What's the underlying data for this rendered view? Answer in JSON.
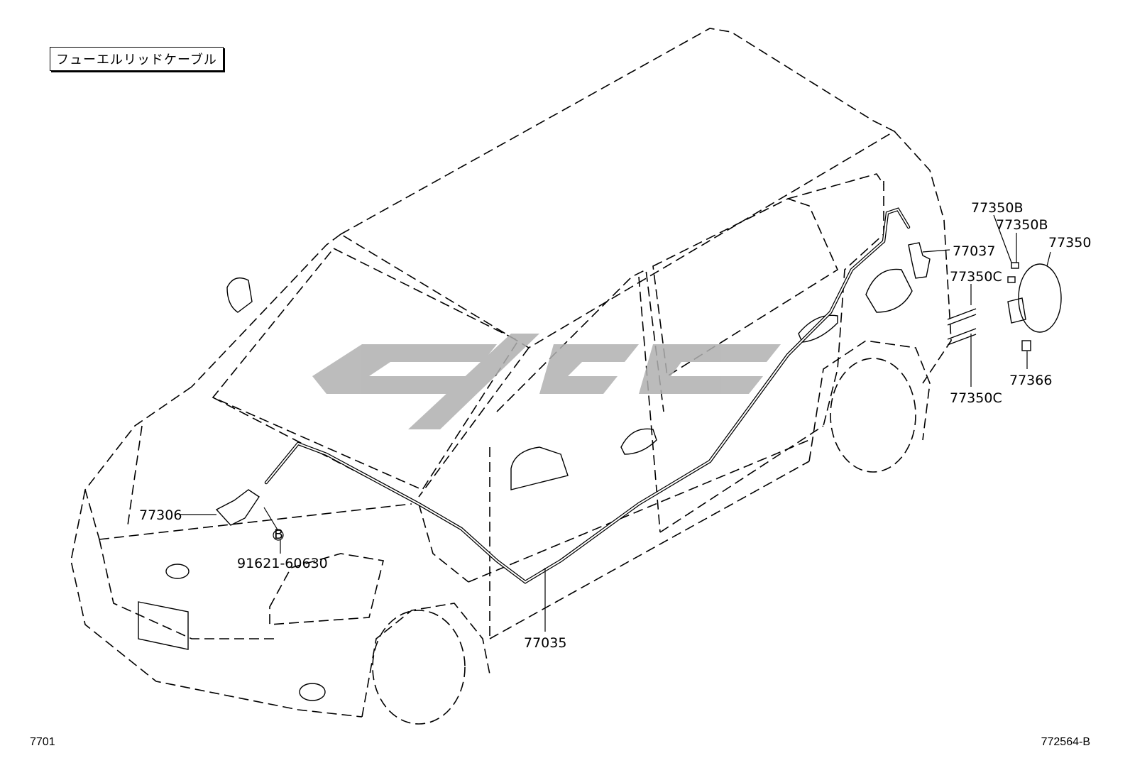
{
  "title": "フューエルリッドケーブル",
  "page_ref_left": "7701",
  "page_ref_right": "772564-B",
  "watermark_text": "",
  "callout_symbol": "B",
  "parts": {
    "p77306": "77306",
    "p91621": "91621-60630",
    "p77035": "77035",
    "p77037": "77037",
    "p77350B_1": "77350B",
    "p77350B_2": "77350B",
    "p77350": "77350",
    "p77350C_1": "77350C",
    "p77350C_2": "77350C",
    "p77366": "77366"
  },
  "colors": {
    "line": "#000000",
    "watermark": "#b0b0b0",
    "background": "#ffffff"
  }
}
